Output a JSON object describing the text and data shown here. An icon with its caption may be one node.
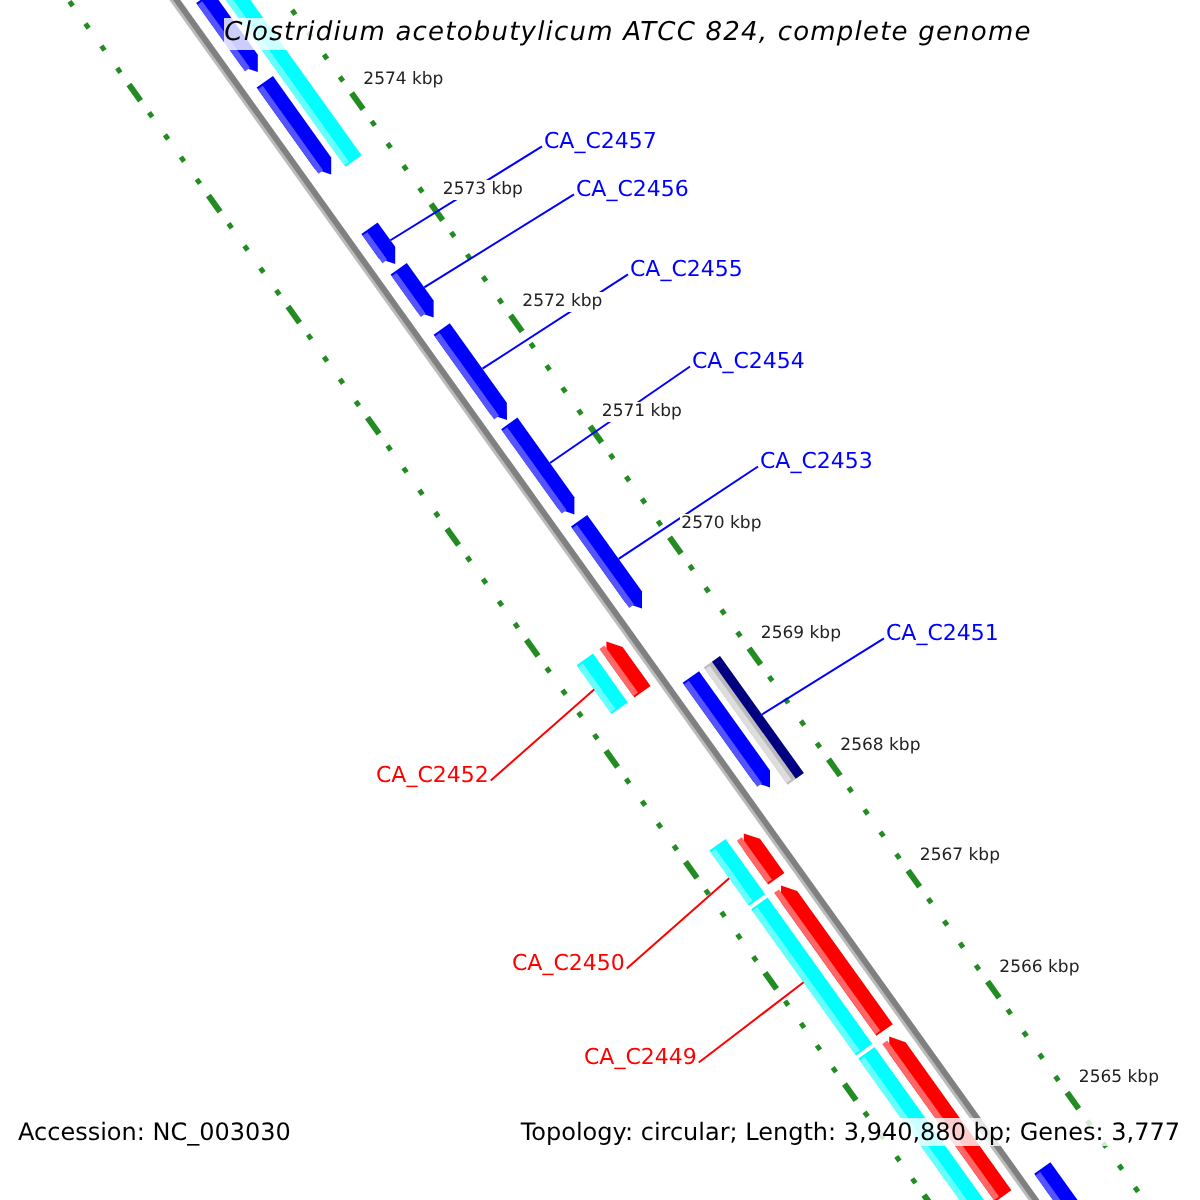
{
  "diagram": {
    "title": "Clostridium acetobutylicum ATCC 824, complete genome",
    "nodes": [
      {
        "text": [
          "CA_C2457"
        ]
      },
      {
        "text": [],
        "shape": "arrow"
      },
      {
        "text": [
          "CA_C2456"
        ]
      },
      {
        "text": [],
        "shape": "arrow"
      },
      {
        "text": [
          "CA_C2455"
        ]
      },
      {
        "text": [],
        "shape": "arrow"
      },
      {
        "text": [
          "CA_C2454"
        ]
      },
      {
        "text": [],
        "shape": "arrow"
      },
      {
        "text": [
          "CA_C2453"
        ]
      },
      {
        "text": [],
        "shape": "arrow"
      },
      {
        "text": [
          "CA_C2451"
        ]
      },
      {
        "text": [],
        "shape": "bar"
      },
      {
        "text": [
          "CA_C2452"
        ]
      },
      {
        "text": [],
        "shape": "bar"
      },
      {
        "text": [
          "CA_C2450"
        ]
      },
      {
        "text": [],
        "shape": "bar"
      },
      {
        "text": [
          "CA_C2449"
        ]
      },
      {
        "text": [],
        "shape": "bar"
      },
      {
        "text": [],
        "shape": "arrow"
      },
      {
        "text": [],
        "shape": "bar"
      },
      {
        "text": [],
        "shape": "arrow"
      },
      {
        "text": [],
        "shape": "arrow"
      },
      {
        "text": [],
        "shape": "arrow"
      },
      {
        "text": [],
        "shape": "arrow"
      },
      {
        "text": [],
        "shape": "arrow"
      },
      {
        "text": [],
        "shape": "arrow"
      },
      {
        "text": [],
        "shape": "bar"
      },
      {
        "text": [],
        "shape": "arrow"
      }
    ],
    "edges": [
      {
        "from": 0,
        "to": 1,
        "arrow": "none"
      },
      {
        "from": 2,
        "to": 3,
        "arrow": "none"
      },
      {
        "from": 4,
        "to": 5,
        "arrow": "none"
      },
      {
        "from": 6,
        "to": 7,
        "arrow": "none"
      },
      {
        "from": 8,
        "to": 9,
        "arrow": "none"
      },
      {
        "from": 10,
        "to": 11,
        "arrow": "none"
      },
      {
        "from": 12,
        "to": 13,
        "arrow": "none",
        "color": "#ff0000"
      },
      {
        "from": 14,
        "to": 15,
        "arrow": "none",
        "color": "#ff0000"
      },
      {
        "from": 16,
        "to": 17,
        "arrow": "none",
        "color": "#ff0000"
      }
    ],
    "labels": [
      "2574 kbp",
      "2573 kbp",
      "2572 kbp",
      "2571 kbp",
      "2570 kbp",
      "2569 kbp",
      "2568 kbp",
      "2567 kbp",
      "2566 kbp",
      "2565 kbp",
      "Accession: NC_003030",
      "Topology: circular; Length: 3,940,880 bp; Genes: 3,777"
    ]
  }
}
